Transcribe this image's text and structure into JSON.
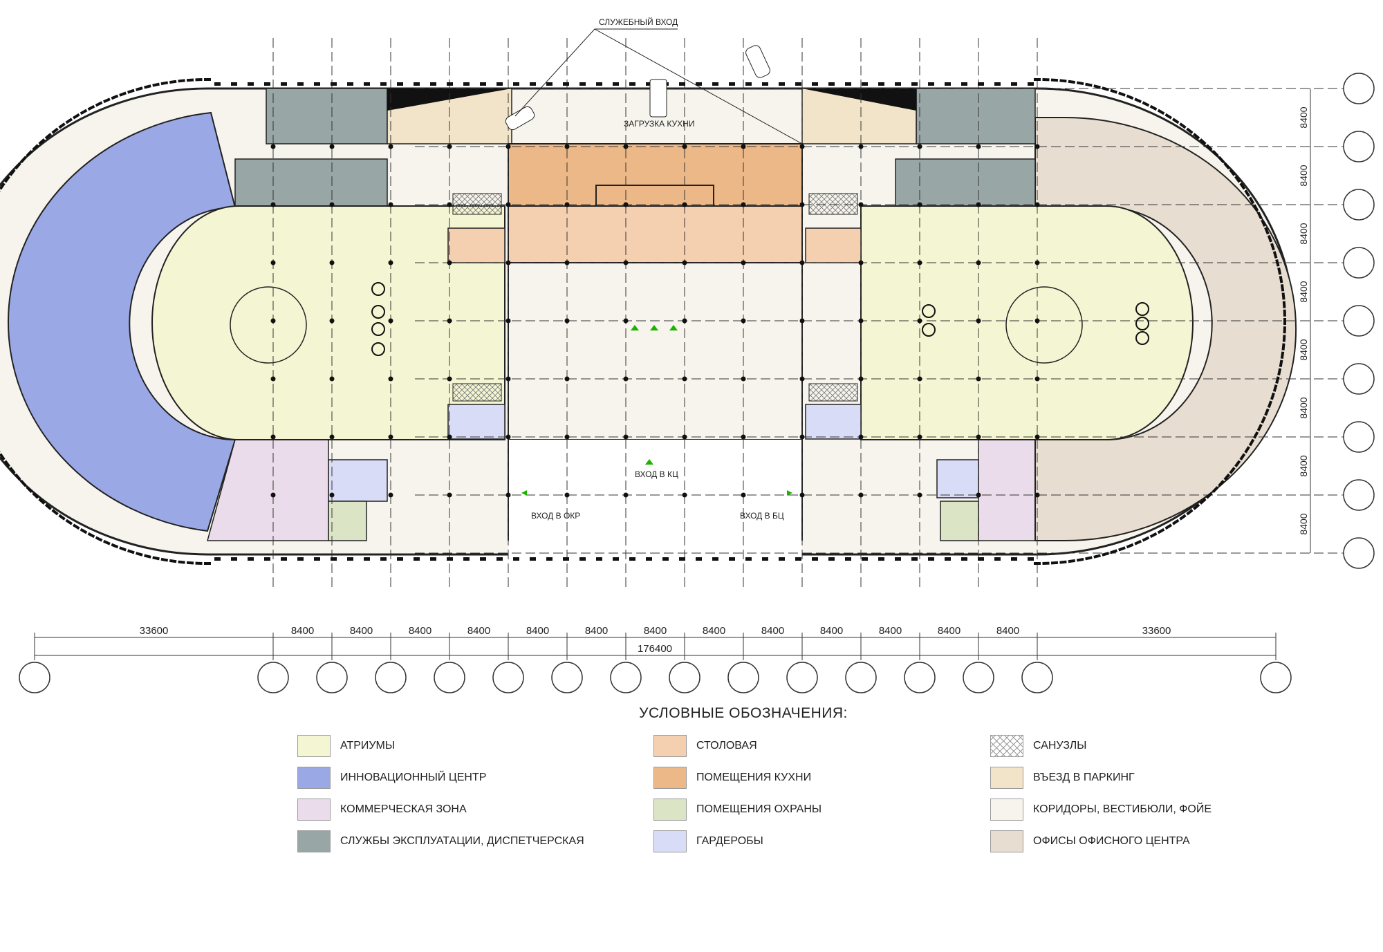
{
  "plan": {
    "labels": {
      "service_entrance": "СЛУЖЕБНЫЙ ВХОД",
      "kitchen_loading": "ЗАГРУЗКА КУХНИ",
      "entrance_kc": "ВХОД В КЦ",
      "entrance_okr": "ВХОД В ОКР",
      "entrance_bc": "ВХОД В БЦ"
    },
    "dims_horizontal": [
      "33600",
      "8400",
      "8400",
      "8400",
      "8400",
      "8400",
      "8400",
      "8400",
      "8400",
      "8400",
      "8400",
      "8400",
      "8400",
      "8400",
      "33600"
    ],
    "dims_total": "176400",
    "dims_vertical": [
      "8400",
      "8400",
      "8400",
      "8400",
      "8400",
      "8400",
      "8400",
      "8400"
    ],
    "colors": {
      "atrium": "#f4f5d2",
      "innovation": "#9ba8e6",
      "commercial": "#eadcea",
      "operations": "#98a6a6",
      "dining": "#f4cfb0",
      "kitchen": "#edb887",
      "security": "#dbe4c5",
      "wardrobe": "#d9dcf6",
      "parking": "#f1e4c9",
      "corridor": "#f6f4ec",
      "offices": "#e7ddd0"
    }
  },
  "legend": {
    "title": "УСЛОВНЫЕ ОБОЗНАЧЕНИЯ:",
    "col1": [
      {
        "label": "АТРИУМЫ",
        "color": "#f4f5d2"
      },
      {
        "label": "ИННОВАЦИОННЫЙ ЦЕНТР",
        "color": "#9ba8e6"
      },
      {
        "label": "КОММЕРЧЕСКАЯ ЗОНА",
        "color": "#eadcea"
      },
      {
        "label": "СЛУЖБЫ ЭКСПЛУАТАЦИИ, ДИСПЕТЧЕРСКАЯ",
        "color": "#98a6a6"
      }
    ],
    "col2": [
      {
        "label": "СТОЛОВАЯ",
        "color": "#f4cfb0"
      },
      {
        "label": "ПОМЕЩЕНИЯ КУХНИ",
        "color": "#edb887"
      },
      {
        "label": "ПОМЕЩЕНИЯ ОХРАНЫ",
        "color": "#dbe4c5"
      },
      {
        "label": "ГАРДЕРОБЫ",
        "color": "#d9dcf6"
      }
    ],
    "col3": [
      {
        "label": "САНУЗЛЫ",
        "color": "#ffffff",
        "pattern": "hatch"
      },
      {
        "label": "ВЪЕЗД В ПАРКИНГ",
        "color": "#f1e4c9"
      },
      {
        "label": "КОРИДОРЫ, ВЕСТИБЮЛИ, ФОЙЕ",
        "color": "#f6f4ec"
      },
      {
        "label": "ОФИСЫ ОФИСНОГО ЦЕНТРА",
        "color": "#e7ddd0"
      }
    ]
  }
}
